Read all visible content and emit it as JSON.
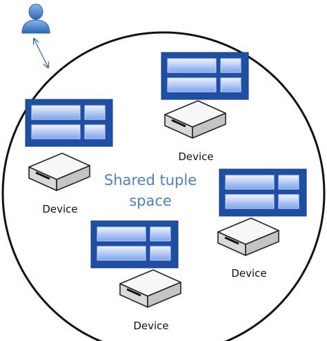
{
  "space_label": {
    "line1": "Shared tuple",
    "line2": "space"
  },
  "devices": [
    {
      "label": "Device"
    },
    {
      "label": "Device"
    },
    {
      "label": "Device"
    },
    {
      "label": "Device"
    }
  ],
  "colors": {
    "tuple_border": "#1f4fa3",
    "tuple_cell_light": "#dfe9ff",
    "tuple_cell_mid": "#86a9f0",
    "circle_stroke": "#111111",
    "space_text": "#4f81bd",
    "user_icon": "#4a86d6"
  },
  "icons": [
    "user-icon",
    "bidirectional-arrow-icon",
    "device-icon",
    "tuple-icon"
  ]
}
